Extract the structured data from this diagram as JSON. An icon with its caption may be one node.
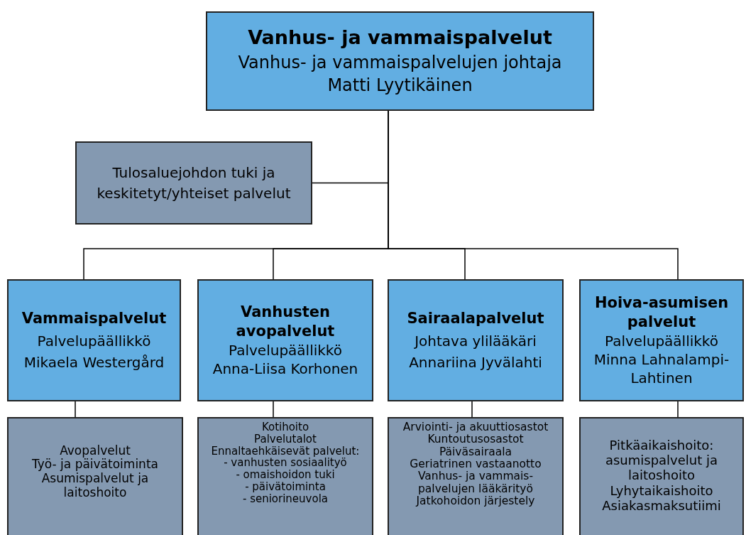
{
  "diagram": {
    "nodes": [
      {
        "text": [
          "Vanhus- ja vammaispalvelut",
          "Vanhus- ja vammaispalvelujen johtaja",
          "Matti Lyytikäinen"
        ]
      },
      {
        "text": [
          "Tulosaluejohdon tuki ja keskitetyt/yhteiset palvelut"
        ]
      },
      {
        "text": [
          "Vammaispalvelut",
          "Palvelupäällikkö",
          "Mikaela Westergård"
        ]
      },
      {
        "text": [
          "Vanhusten avopalvelut",
          "Palvelupäällikkö",
          "Anna-Liisa Korhonen"
        ]
      },
      {
        "text": [
          "Sairaalapalvelut",
          "Johtava ylilääkäri",
          "Annariina Jyvälahti"
        ]
      },
      {
        "text": [
          "Hoiva-asumisen palvelut",
          "Palvelupäällikkö",
          "Minna Lahnalampi-Lahtinen"
        ]
      },
      {
        "text": [
          "Avopalvelut",
          "Työ- ja päivätoiminta",
          "Asumispalvelut ja laitoshoito"
        ]
      },
      {
        "text": [
          "Kotihoito",
          "Palvelutalot",
          "Ennaltaehkäisevät palvelut:",
          "- vanhusten sosiaalityö",
          "- omaishoidon tuki",
          "- päivätoiminta",
          "- seniorineuvola"
        ]
      },
      {
        "text": [
          "Arviointi- ja akuuttiosastot",
          "Kuntoutusosastot",
          "Päiväsairaala",
          "Geriatrinen vastaanotto",
          "Vanhus- ja vammais-palvelujen lääkärityö",
          "Jatkohoidon järjestely"
        ]
      },
      {
        "text": [
          "Pitkäaikaishoito: asumispalvelut ja laitoshoito",
          "Lyhytaikaishoito",
          "Asiakasmaksutiimi"
        ]
      }
    ],
    "edges": [
      {
        "from": 0,
        "to": 1,
        "arrow": "none"
      },
      {
        "from": 0,
        "to": 2,
        "arrow": "none"
      },
      {
        "from": 0,
        "to": 3,
        "arrow": "none"
      },
      {
        "from": 0,
        "to": 4,
        "arrow": "none"
      },
      {
        "from": 0,
        "to": 5,
        "arrow": "none"
      },
      {
        "from": 2,
        "to": 6,
        "arrow": "none"
      },
      {
        "from": 3,
        "to": 7,
        "arrow": "none"
      },
      {
        "from": 4,
        "to": 8,
        "arrow": "none"
      },
      {
        "from": 5,
        "to": 9,
        "arrow": "none"
      }
    ]
  }
}
